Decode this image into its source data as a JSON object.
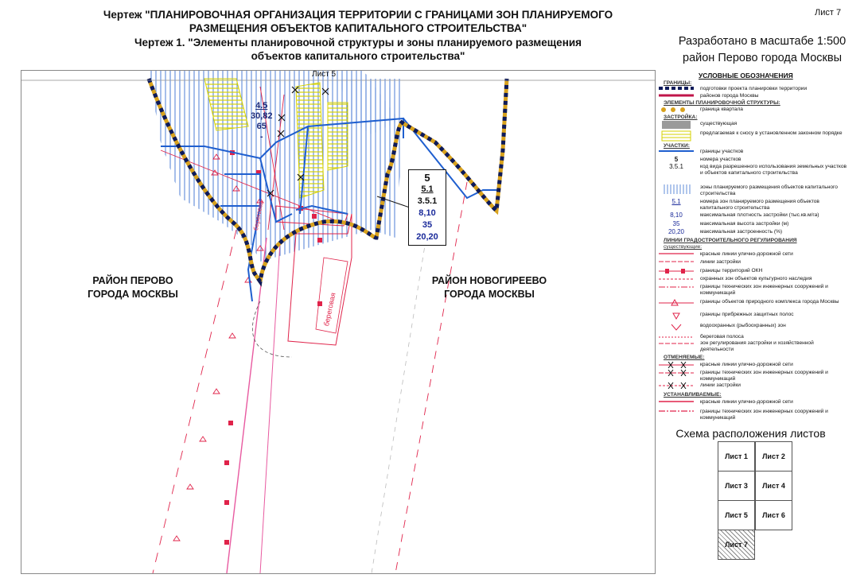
{
  "header": {
    "sheet_no": "Лист 7",
    "title_line1": "Чертеж \"ПЛАНИРОВОЧНАЯ ОРГАНИЗАЦИЯ ТЕРРИТОРИИ С ГРАНИЦАМИ ЗОН ПЛАНИРУЕМОГО",
    "title_line2": "РАЗМЕЩЕНИЯ ОБЪЕКТОВ КАПИТАЛЬНОГО СТРОИТЕЛЬСТВА\"",
    "title_line3": "Чертеж 1. \"Элементы планировочной структуры и зоны планируемого размещения",
    "title_line4": "объектов капитального строительства\"",
    "scale_line1": "Разработано в масштабе 1:500",
    "scale_line2": "район Перово города Москвы"
  },
  "map": {
    "sheet_top_label": "Лист 5",
    "district_left_1": "РАЙОН ПЕРОВО",
    "district_left_2": "ГОРОДА МОСКВЫ",
    "district_right_1": "РАЙОН НОВОГИРЕЕВО",
    "district_right_2": "ГОРОДА МОСКВЫ",
    "zone_a": {
      "num": "4.5",
      "density": "30,82",
      "height": "65",
      "extra": "-"
    },
    "zone_b": {
      "plot": "5",
      "zone": "5.1",
      "code": "3.5.1",
      "density": "8,10",
      "height": "35",
      "coverage": "20,20"
    },
    "bank_label_1": "береговая",
    "bank_label_2": "береговая",
    "colors": {
      "hatch": "#3a6fd0",
      "plot_line": "#1f5fcf",
      "red_line": "#e0234a",
      "pink_line": "#e85aa0",
      "boundary_dark": "#0d1a5a",
      "boundary_gold": "#d8a21e",
      "yellow": "#d6d200"
    }
  },
  "legend": {
    "title": "УСЛОВНЫЕ ОБОЗНАЧЕНИЯ",
    "h_boundaries": "ГРАНИЦЫ:",
    "b1": "подготовки проекта планировки территории",
    "b2": "районов города Москвы",
    "h_elements": "ЭЛЕМЕНТЫ ПЛАНИРОВОЧНОЙ СТРУКТУРЫ:",
    "e1": "граница квартала",
    "h_build": "ЗАСТРОЙКА:",
    "z1": "существующая",
    "z2": "предлагаемая к сносу в установленном законном порядке",
    "h_plots": "УЧАСТКИ:",
    "p1": "границы участков",
    "p2_sym": "5",
    "p2": "номера участков",
    "p3_sym": "3.5.1",
    "p3": "код вида разрешенного использования земельных участков и объектов капитального строительства",
    "p4": "зоны планируемого размещения объектов капитального строительства",
    "p5_sym": "5.1",
    "p5": "номера зон планируемого размещения объектов капитального строительства",
    "p6_sym": "8,10",
    "p6": "максимальная плотность застройки (тыс.кв.м/га)",
    "p7_sym": "35",
    "p7": "максимальная высота застройки (м)",
    "p8_sym": "20,20",
    "p8": "максимальная застроенность (%)",
    "h_lines": "ЛИНИИ ГРАДОСТРОИТЕЛЬНОГО РЕГУЛИРОВАНИЯ",
    "h_existing": "существующие:",
    "r1": "красные линии улично-дорожной сети",
    "r2": "линии застройки",
    "r3": "границы территорий ОКН",
    "r4": "охранных зон объектов культурного наследия",
    "r5": "границы технических зон инженерных сооружений и коммуникаций",
    "r6": "границы объектов природного комплекса города Москвы",
    "r7": "границы прибрежных защитных полос",
    "r8": "водоохранных (рыбоохранных) зон",
    "r9a": "береговая полоса",
    "r9b": "зон регулирования застройки и хозяйственной деятельности",
    "h_cancelled": "ОТМЕНЯЕМЫЕ:",
    "c1": "красные линии улично-дорожной сети",
    "c2": "границы технических зон инженерных сооружений и коммуникаций",
    "c3": "линии застройки",
    "h_new": "УСТАНАВЛИВАЕМЫЕ:",
    "n1": "красные линии улично-дорожной сети",
    "n2": "границы технических зон инженерных сооружений и коммуникаций"
  },
  "sheet_scheme": {
    "title": "Схема расположения листов",
    "cells": [
      "Лист 1",
      "Лист 2",
      "Лист 3",
      "Лист 4",
      "Лист 5",
      "Лист 6",
      "Лист 7"
    ],
    "active": "Лист 7"
  }
}
